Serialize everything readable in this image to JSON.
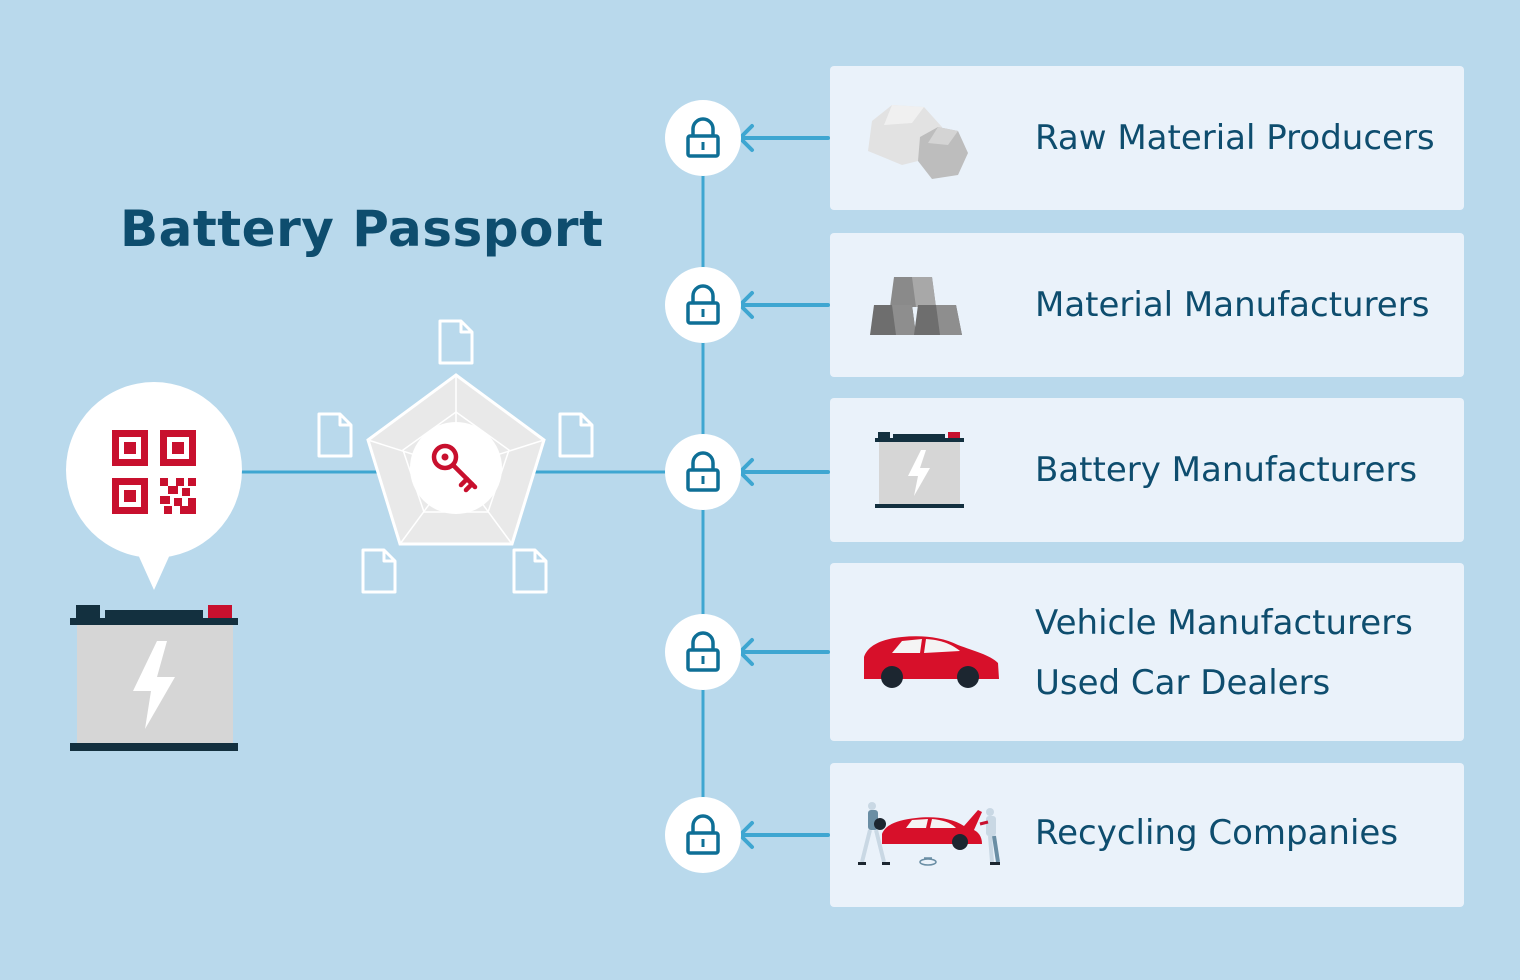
{
  "title": "Battery Passport",
  "stakeholders": [
    {
      "label": "Raw Material Producers"
    },
    {
      "label": "Material Manufacturers"
    },
    {
      "label": "Battery Manufacturers"
    },
    {
      "label": "Vehicle Manufacturers"
    },
    {
      "label": "Used Car Dealers"
    },
    {
      "label": "Recycling Companies"
    }
  ],
  "colors": {
    "background": "#b9d9ec",
    "card": "#eaf2fa",
    "navy": "#0e4d6e",
    "connector": "#3ea6d1",
    "accent_red": "#c8102e",
    "battery_body": "#d6d6d6",
    "battery_dark": "#13303f"
  },
  "icons": [
    "rock-icon",
    "ingot-icon",
    "battery-icon",
    "car-icon",
    "recycling-workers-icon",
    "lock-icon",
    "key-icon",
    "document-icon",
    "qr-code-icon"
  ]
}
